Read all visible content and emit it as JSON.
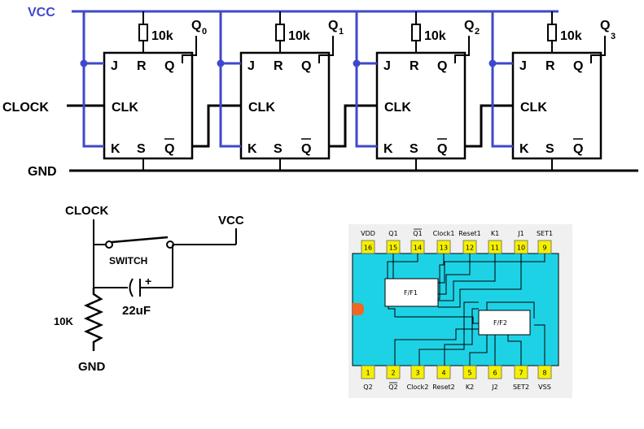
{
  "colors": {
    "vcc_wire": "#3f48cc",
    "wire": "#000000",
    "chip_body": "#1ed2e6",
    "chip_panel": "#f0f0f0",
    "pin_fill": "#f5f000",
    "notch": "#f26522",
    "ff_box": "#ffffff"
  },
  "counter": {
    "vcc_label": "VCC",
    "clock_label": "CLOCK",
    "gnd_label": "GND",
    "resistor_label": "10k",
    "pin_j": "J",
    "pin_r": "R",
    "pin_q": "Q",
    "pin_clk": "CLK",
    "pin_k": "K",
    "pin_s": "S",
    "pin_qbar": "Q",
    "outputs": [
      {
        "base": "Q",
        "sub": "0"
      },
      {
        "base": "Q",
        "sub": "1"
      },
      {
        "base": "Q",
        "sub": "2"
      },
      {
        "base": "Q",
        "sub": "3"
      }
    ]
  },
  "debounce": {
    "clock_label": "CLOCK",
    "vcc_label": "VCC",
    "switch_label": "SWITCH",
    "cap_polarity": "+",
    "cap_value": "22uF",
    "resistor_value": "10K",
    "gnd_label": "GND"
  },
  "ic": {
    "top_pins": [
      {
        "num": "16",
        "label": "VDD"
      },
      {
        "num": "15",
        "label": "Q1"
      },
      {
        "num": "14",
        "label": "Q1",
        "overline": true
      },
      {
        "num": "13",
        "label": "Clock1"
      },
      {
        "num": "12",
        "label": "Reset1"
      },
      {
        "num": "11",
        "label": "K1"
      },
      {
        "num": "10",
        "label": "J1"
      },
      {
        "num": "9",
        "label": "SET1"
      }
    ],
    "bottom_pins": [
      {
        "num": "1",
        "label": "Q2"
      },
      {
        "num": "2",
        "label": "Q2",
        "overline": true
      },
      {
        "num": "3",
        "label": "Clock2"
      },
      {
        "num": "4",
        "label": "Reset2"
      },
      {
        "num": "5",
        "label": "K2"
      },
      {
        "num": "6",
        "label": "J2"
      },
      {
        "num": "7",
        "label": "SET2"
      },
      {
        "num": "8",
        "label": "VSS"
      }
    ],
    "ff1_label": "F/F1",
    "ff2_label": "F/F2"
  }
}
